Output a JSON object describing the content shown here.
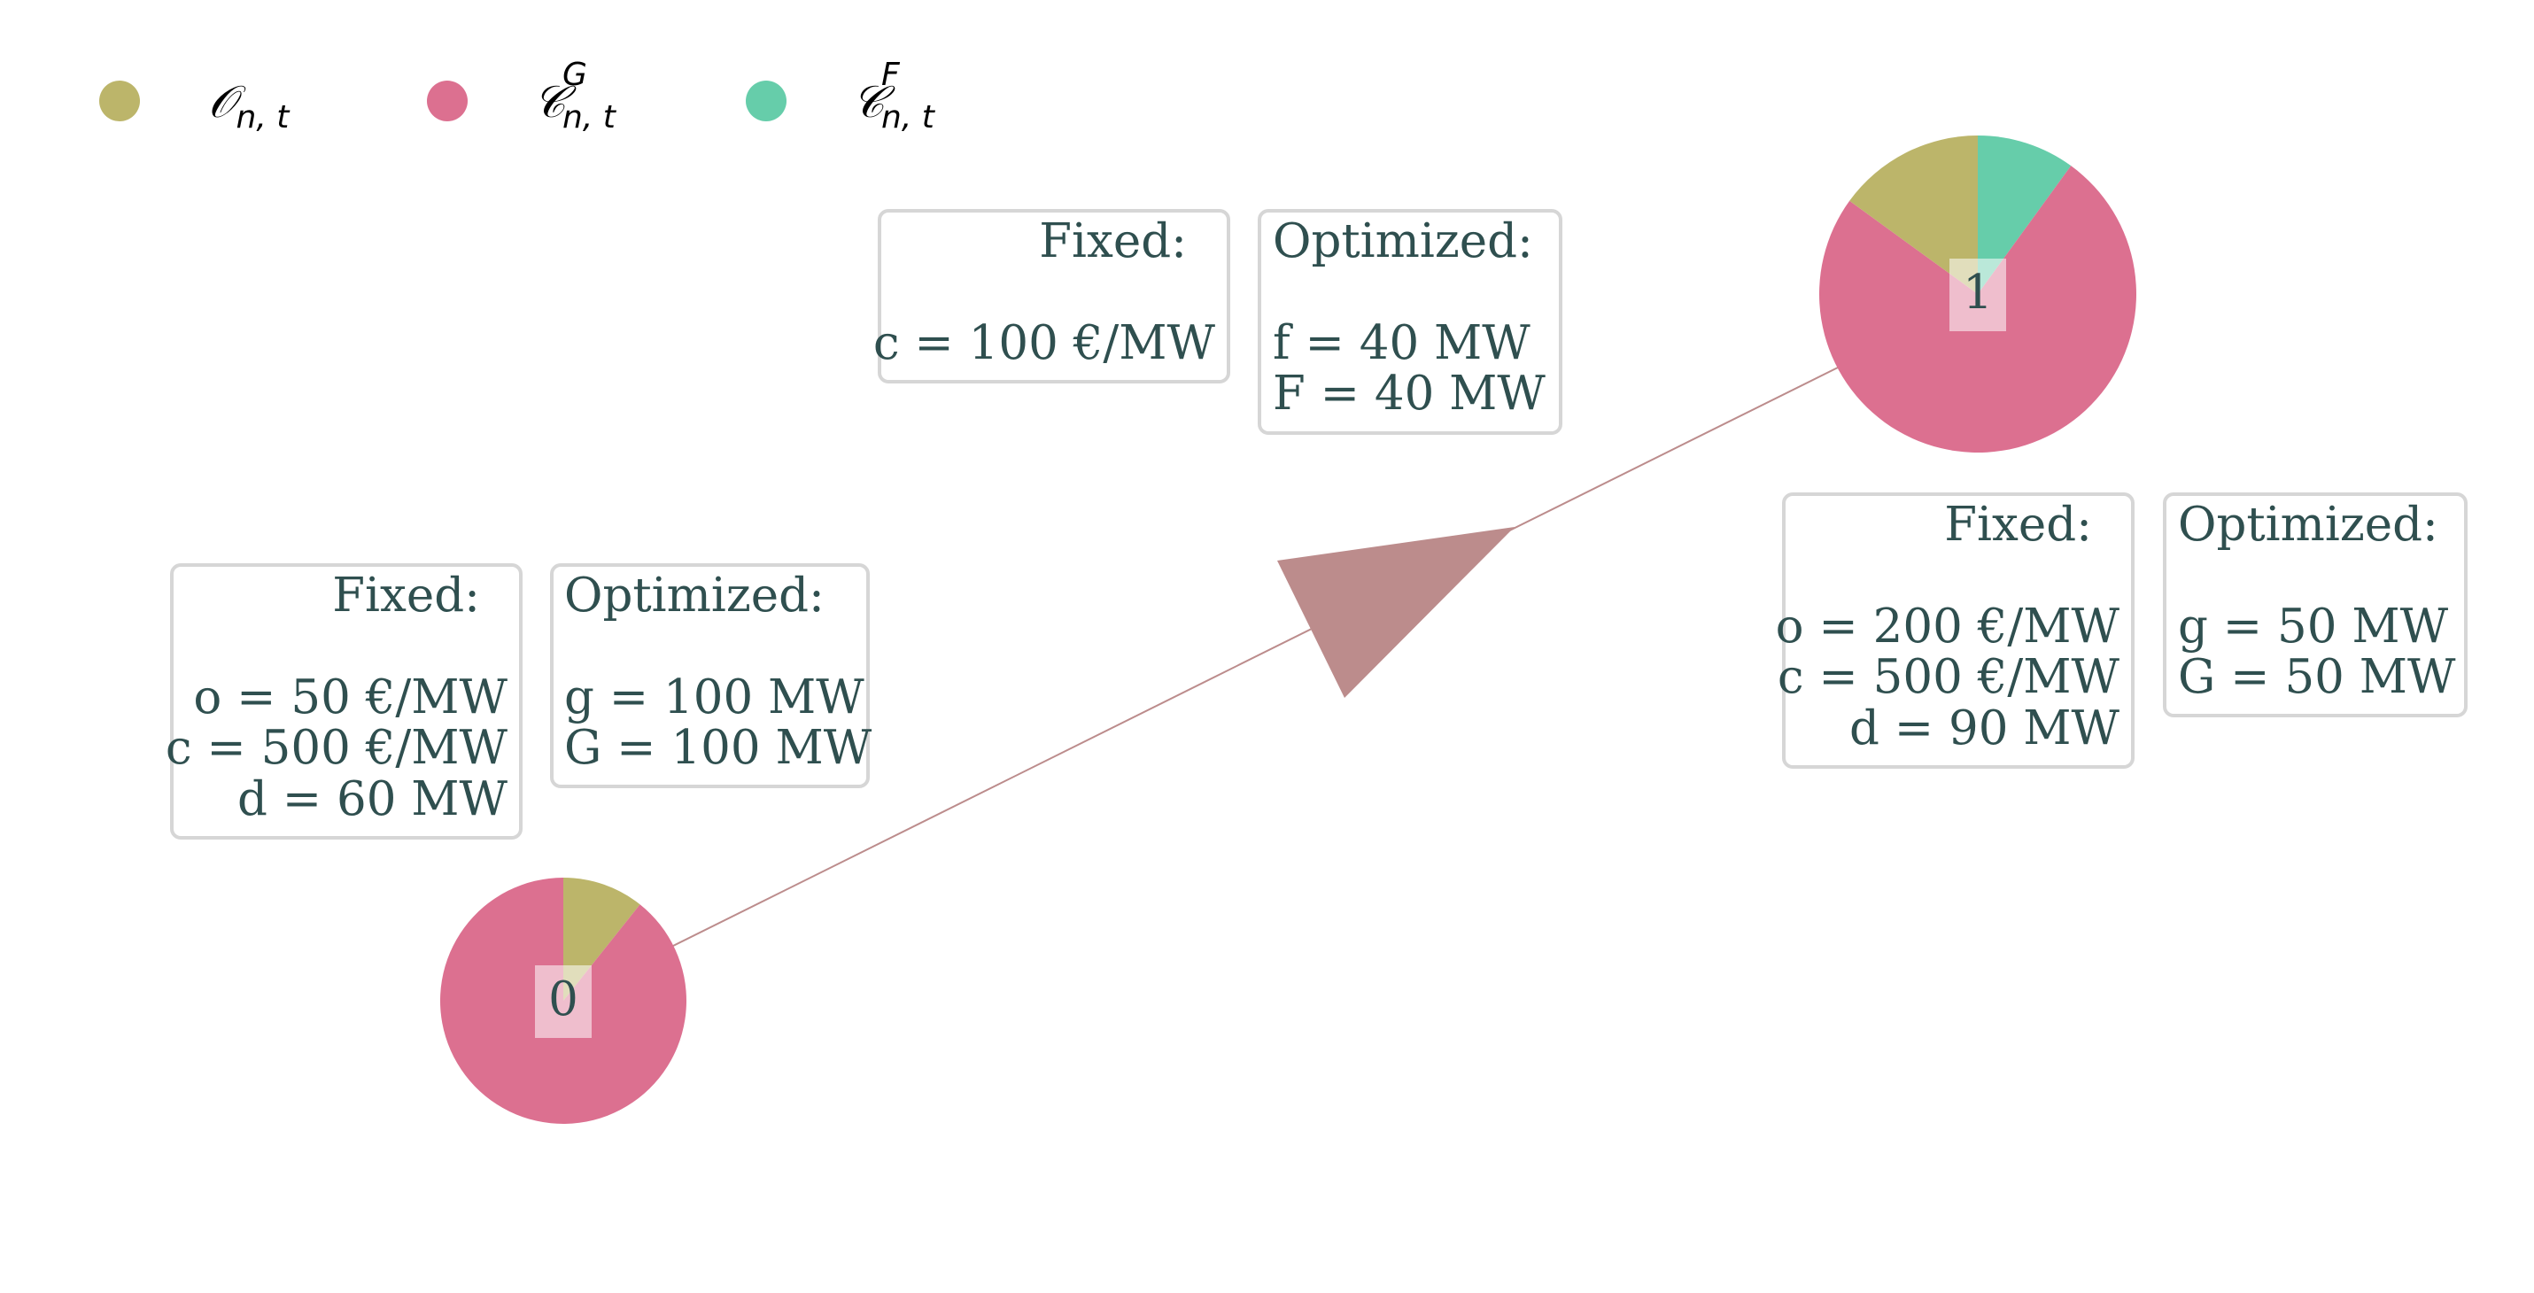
{
  "colors": {
    "operation": "#bcb56a",
    "generation_cost": "#dc7090",
    "flow_cost": "#66cdaa",
    "link": "#bc8c8c",
    "text": "#2f4f4f"
  },
  "legend": [
    {
      "symbol": "𝒪",
      "sub": "n, t",
      "sup": "",
      "color": "operation"
    },
    {
      "symbol": "𝒞",
      "sub": "n, t",
      "sup": "G",
      "color": "generation_cost"
    },
    {
      "symbol": "𝒞",
      "sub": "n, t",
      "sup": "F",
      "color": "flow_cost"
    }
  ],
  "nodes": [
    {
      "id": "0",
      "shares": [
        {
          "key": "operation",
          "fraction": 0.107
        },
        {
          "key": "generation_cost",
          "fraction": 0.893
        }
      ],
      "fixed": {
        "title": "Fixed:",
        "lines": [
          "o = 50 €/MW",
          "c = 500 €/MW",
          "d = 60 MW"
        ]
      },
      "optimized": {
        "title": "Optimized:",
        "lines": [
          "g = 100 MW",
          "G = 100 MW"
        ]
      }
    },
    {
      "id": "1",
      "shares": [
        {
          "key": "flow_cost",
          "fraction": 0.1
        },
        {
          "key": "generation_cost",
          "fraction": 0.75
        },
        {
          "key": "operation",
          "fraction": 0.15
        }
      ],
      "fixed": {
        "title": "Fixed:",
        "lines": [
          "o = 200 €/MW",
          "c = 500 €/MW",
          "d = 90 MW"
        ]
      },
      "optimized": {
        "title": "Optimized:",
        "lines": [
          "g = 50 MW",
          "G = 50 MW"
        ]
      }
    }
  ],
  "link": {
    "from": "0",
    "to": "1",
    "fixed": {
      "title": "Fixed:",
      "lines": [
        "",
        "c = 100 €/MW"
      ]
    },
    "optimized": {
      "title": "Optimized:",
      "lines": [
        "",
        "f = 40 MW",
        "F = 40 MW"
      ]
    }
  }
}
